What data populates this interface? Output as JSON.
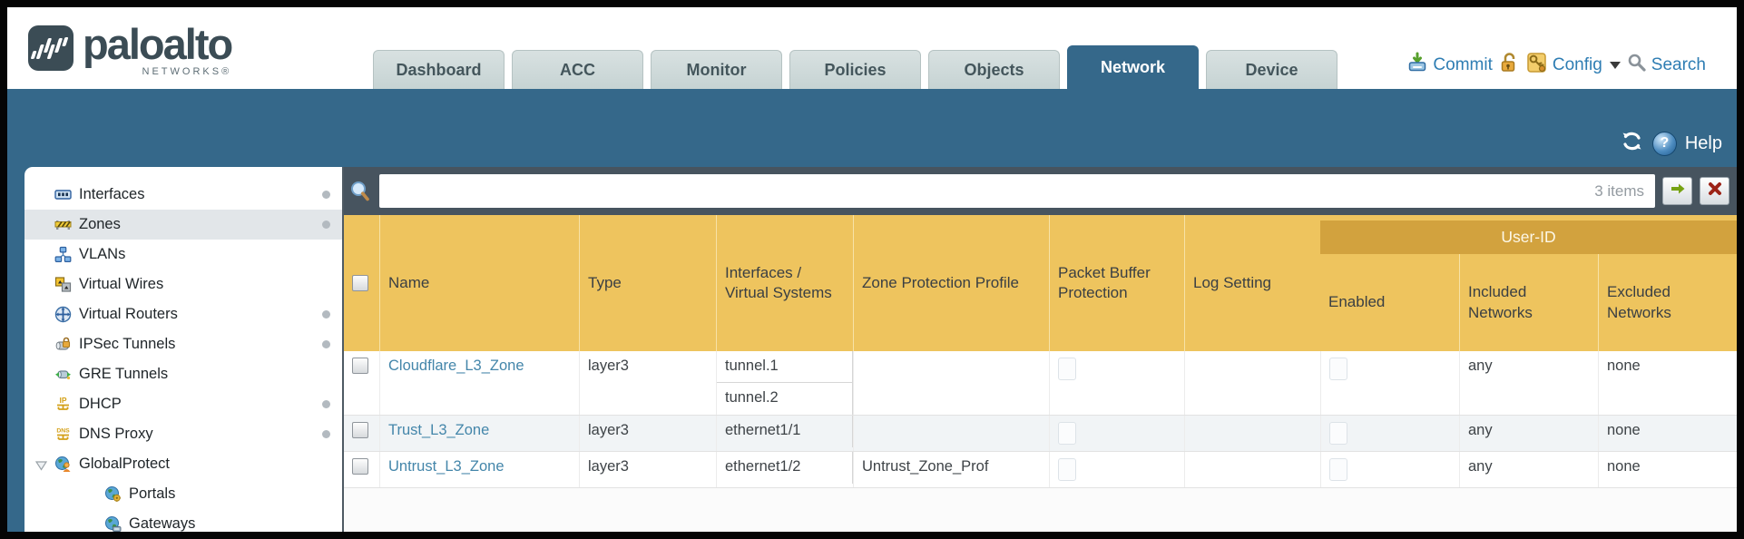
{
  "brand": {
    "name": "paloalto",
    "sub": "NETWORKS®"
  },
  "tabs": [
    {
      "label": "Dashboard",
      "active": false
    },
    {
      "label": "ACC",
      "active": false
    },
    {
      "label": "Monitor",
      "active": false
    },
    {
      "label": "Policies",
      "active": false
    },
    {
      "label": "Objects",
      "active": false
    },
    {
      "label": "Network",
      "active": true
    },
    {
      "label": "Device",
      "active": false
    }
  ],
  "utilities": {
    "commit_label": "Commit",
    "config_label": "Config",
    "search_label": "Search"
  },
  "band": {
    "help_label": "Help",
    "help_glyph": "?"
  },
  "sidebar": {
    "items": [
      {
        "label": "Interfaces",
        "icon": "interfaces-icon",
        "dot": true,
        "selected": false,
        "indent": false
      },
      {
        "label": "Zones",
        "icon": "zones-icon",
        "dot": true,
        "selected": true,
        "indent": false
      },
      {
        "label": "VLANs",
        "icon": "vlans-icon",
        "dot": false,
        "selected": false,
        "indent": false
      },
      {
        "label": "Virtual Wires",
        "icon": "virtual-wires-icon",
        "dot": false,
        "selected": false,
        "indent": false
      },
      {
        "label": "Virtual Routers",
        "icon": "virtual-routers-icon",
        "dot": true,
        "selected": false,
        "indent": false
      },
      {
        "label": "IPSec Tunnels",
        "icon": "ipsec-tunnels-icon",
        "dot": true,
        "selected": false,
        "indent": false
      },
      {
        "label": "GRE Tunnels",
        "icon": "gre-tunnels-icon",
        "dot": false,
        "selected": false,
        "indent": false
      },
      {
        "label": "DHCP",
        "icon": "dhcp-icon",
        "dot": true,
        "selected": false,
        "indent": false
      },
      {
        "label": "DNS Proxy",
        "icon": "dns-proxy-icon",
        "dot": true,
        "selected": false,
        "indent": false
      },
      {
        "label": "GlobalProtect",
        "icon": "globalprotect-icon",
        "dot": false,
        "selected": false,
        "indent": false,
        "expanded": true
      },
      {
        "label": "Portals",
        "icon": "portals-icon",
        "dot": false,
        "selected": false,
        "indent": true
      },
      {
        "label": "Gateways",
        "icon": "gateways-icon",
        "dot": false,
        "selected": false,
        "indent": true
      }
    ]
  },
  "searchbar": {
    "value": "",
    "count": "3 items"
  },
  "table": {
    "group_header": "User-ID",
    "columns": [
      "Name",
      "Type",
      "Interfaces / Virtual Systems",
      "Zone Protection Profile",
      "Packet Buffer Protection",
      "Log Setting",
      "Enabled",
      "Included Networks",
      "Excluded Networks"
    ],
    "rows": [
      {
        "name": "Cloudflare_L3_Zone",
        "type": "layer3",
        "interfaces": [
          "tunnel.1",
          "tunnel.2"
        ],
        "zone_protection_profile": "",
        "packet_buffer_protection": false,
        "log_setting": "",
        "user_id_enabled": false,
        "included_networks": "any",
        "excluded_networks": "none"
      },
      {
        "name": "Trust_L3_Zone",
        "type": "layer3",
        "interfaces": [
          "ethernet1/1"
        ],
        "zone_protection_profile": "",
        "packet_buffer_protection": false,
        "log_setting": "",
        "user_id_enabled": false,
        "included_networks": "any",
        "excluded_networks": "none"
      },
      {
        "name": "Untrust_L3_Zone",
        "type": "layer3",
        "interfaces": [
          "ethernet1/2"
        ],
        "zone_protection_profile": "Untrust_Zone_Prof",
        "packet_buffer_protection": false,
        "log_setting": "",
        "user_id_enabled": false,
        "included_networks": "any",
        "excluded_networks": "none"
      }
    ]
  },
  "colors": {
    "teal": "#35688a",
    "header_gold": "#eec45e",
    "group_gold": "#d2a23e",
    "link": "#4486aa",
    "searchbar": "#47545f"
  }
}
